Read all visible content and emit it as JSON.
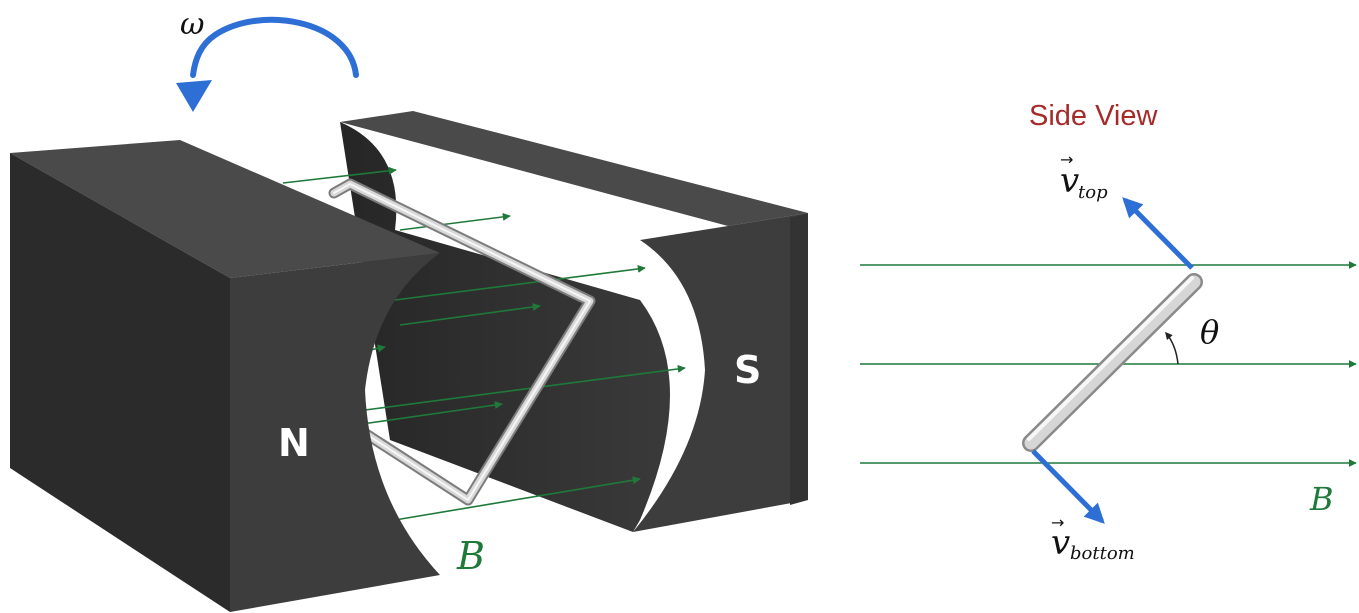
{
  "left_view": {
    "omega_label": "ω",
    "north_label": "N",
    "south_label": "S",
    "field_label": "B"
  },
  "side_view": {
    "title": "Side View",
    "v_top_symbol": "v",
    "v_top_sub": "top",
    "v_bottom_symbol": "v",
    "v_bottom_sub": "bottom",
    "theta_label": "θ",
    "field_label": "B"
  },
  "colors": {
    "magnet_front": "#3d3d3d",
    "magnet_side": "#2a2a2a",
    "magnet_top": "#4a4a4a",
    "field_green": "#1f7a3a",
    "arrow_blue": "#2e6fd6",
    "title_red": "#a52a2a",
    "loop_silver": "#c8c8c8"
  }
}
